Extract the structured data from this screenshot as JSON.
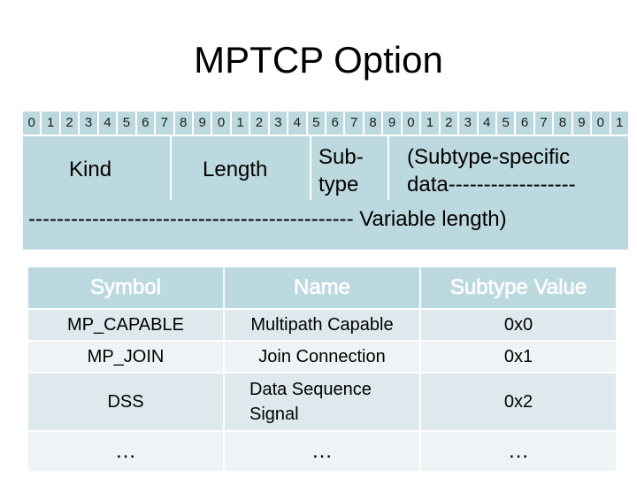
{
  "title": "MPTCP Option",
  "bit_ruler": [
    "0",
    "1",
    "2",
    "3",
    "4",
    "5",
    "6",
    "7",
    "8",
    "9",
    "0",
    "1",
    "2",
    "3",
    "4",
    "5",
    "6",
    "7",
    "8",
    "9",
    "0",
    "1",
    "2",
    "3",
    "4",
    "5",
    "6",
    "7",
    "8",
    "9",
    "0",
    "1"
  ],
  "header_fields": {
    "kind": "Kind",
    "length": "Length",
    "subtype": "Sub-\ntype",
    "subtype_specific": "(Subtype-specific\ndata------------------",
    "continuation": "---------------------------------------------- Variable length)"
  },
  "table": {
    "columns": [
      "Symbol",
      "Name",
      "Subtype Value"
    ],
    "rows": [
      {
        "symbol": "MP_CAPABLE",
        "name": "Multipath Capable",
        "value": "0x0"
      },
      {
        "symbol": "MP_JOIN",
        "name": "Join Connection",
        "value": "0x1"
      },
      {
        "symbol": "DSS",
        "name": "Data Sequence\nSignal",
        "value": "0x2"
      },
      {
        "symbol": "…",
        "name": "…",
        "value": "…"
      }
    ]
  },
  "colors": {
    "panel": "#bcd9df",
    "row_odd": "#dde9ec",
    "row_even": "#eef4f6"
  }
}
